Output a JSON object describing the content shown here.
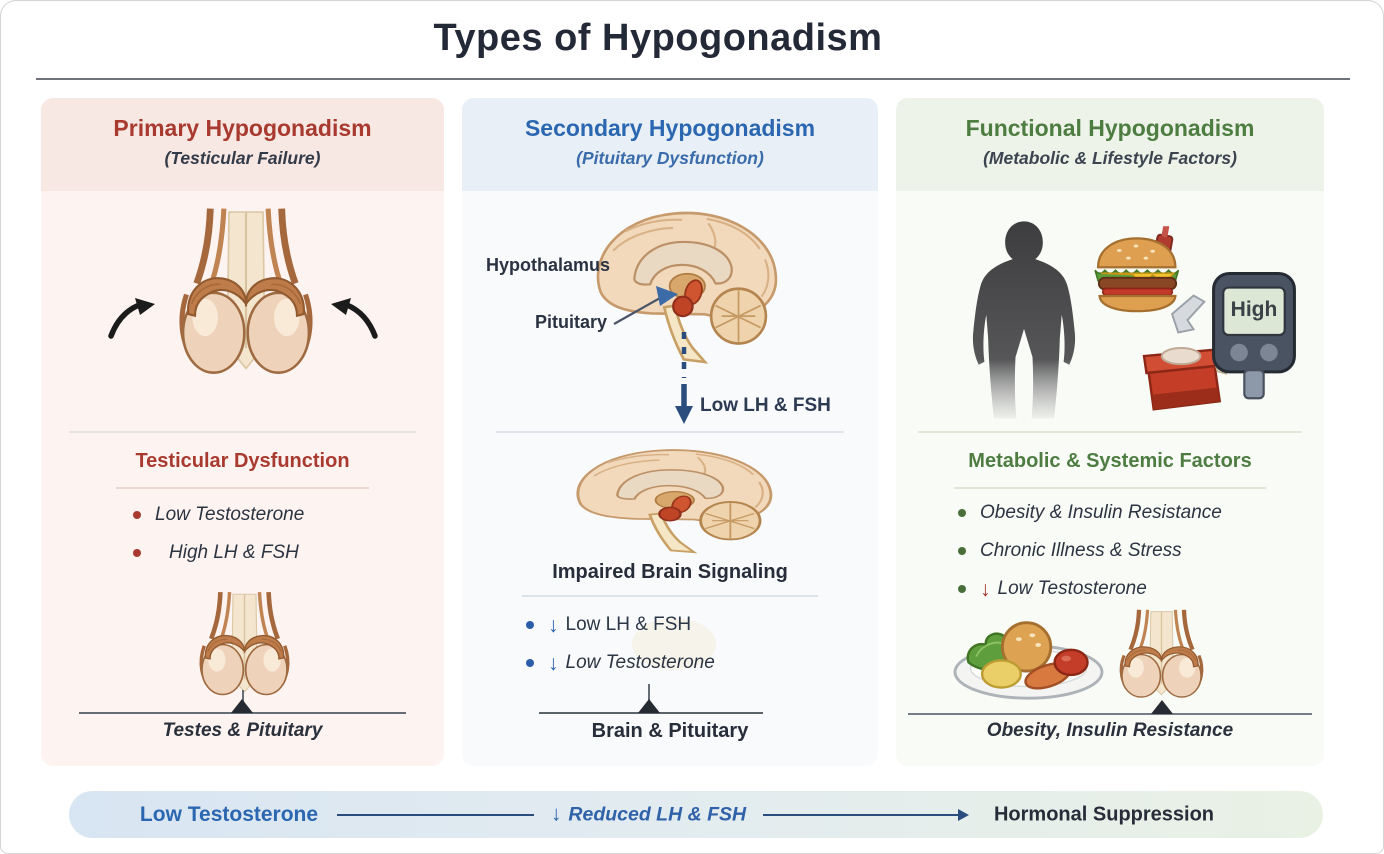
{
  "title": "Types of Hypogonadism",
  "icons": {
    "down_arrow": "↓"
  },
  "panels": {
    "primary": {
      "title": "Primary Hypogonadism",
      "subtitle": "(Testicular Failure)",
      "accent": "#a83a30",
      "section_heading": "Testicular Dysfunction",
      "bullets": [
        {
          "icon": null,
          "text": "Low Testosterone"
        },
        {
          "icon": null,
          "text": "High LH & FSH"
        }
      ],
      "caption": "Testes & Pituitary",
      "illustrations": [
        "testes-with-inward-arrows",
        "testes"
      ]
    },
    "secondary": {
      "title": "Secondary Hypogonadism",
      "subtitle": "(Pituitary Dysfunction)",
      "accent": "#2b67b0",
      "labels": {
        "hypothalamus": "Hypothalamus",
        "pituitary": "Pituitary"
      },
      "arrow_caption": "Low LH & FSH",
      "section_heading": "Impaired Brain Signaling",
      "bullets": [
        {
          "icon": "down-arrow",
          "text": "Low LH & FSH"
        },
        {
          "icon": "down-arrow",
          "text": "Low Testosterone"
        }
      ],
      "caption": "Brain & Pituitary",
      "illustrations": [
        "brain-sagittal-with-pituitary",
        "brain-sagittal-lower"
      ]
    },
    "functional": {
      "title": "Functional Hypogonadism",
      "subtitle": "(Metabolic & Lifestyle Factors)",
      "accent": "#4e7d42",
      "meter_reading": "High",
      "section_heading": "Metabolic & Systemic Factors",
      "bullets": [
        {
          "icon": null,
          "text": "Obesity & Insulin Resistance"
        },
        {
          "icon": null,
          "text": "Chronic Illness & Stress"
        },
        {
          "icon": "down-arrow-red",
          "text": "Low Testosterone"
        }
      ],
      "caption": "Obesity, Insulin Resistance",
      "illustrations": [
        "obese-man-silhouette",
        "hamburger-and-drink",
        "lancet",
        "red-supply-box",
        "glucose-meter",
        "food-plate",
        "testes"
      ]
    }
  },
  "footer": {
    "step1": "Low Testosterone",
    "step2": "Reduced LH & FSH",
    "step3": "Hormonal Suppression"
  },
  "colors": {
    "title_text": "#232936",
    "primary_bg": "#fdf3f0",
    "primary_header_bg": "#f8e8e3",
    "secondary_bg": "#f8fafc",
    "secondary_header_bg": "#e8eff6",
    "functional_bg": "#f9fbf6",
    "functional_header_bg": "#edf3e8",
    "footer_gradient_left": "#d8e5f2",
    "footer_gradient_right": "#e9f1e5",
    "connector_blue": "#2b4d7e",
    "down_arrow_red": "#a8302a"
  }
}
